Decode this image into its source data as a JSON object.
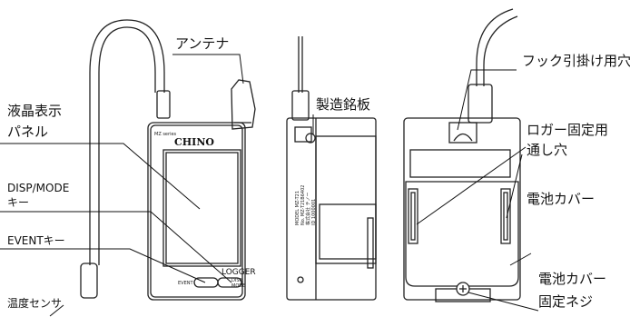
{
  "labels": {
    "antenna": "アンテナ",
    "lcd_line1": "液晶表示",
    "lcd_line2": "パネル",
    "disp_mode_line1": "DISP/MODE",
    "disp_mode_line2": "キー",
    "event_key": "EVENTキー",
    "temp_sensor": "温度センサ",
    "nameplate": "製造銘板",
    "hook_hole": "フック引掛け用穴",
    "fix_hole_line1": "ロガー固定用",
    "fix_hole_line2": "通し穴",
    "battery_cover": "電池カバー",
    "battery_screw_line1": "電池カバー",
    "battery_screw_line2": "固定ネジ"
  },
  "device": {
    "series": "MZ series",
    "brand": "CHINO",
    "logger_text": "LOGGER",
    "event_button": "EVENT",
    "disp_button_line1": "DISP",
    "disp_button_line2": "MODE"
  },
  "nameplate_text": {
    "line1": "MODEL MZ-T21",
    "line2": "No. MZ-T21B6402",
    "line3": "株式会社 チノー",
    "line4": "ID 1000001"
  }
}
